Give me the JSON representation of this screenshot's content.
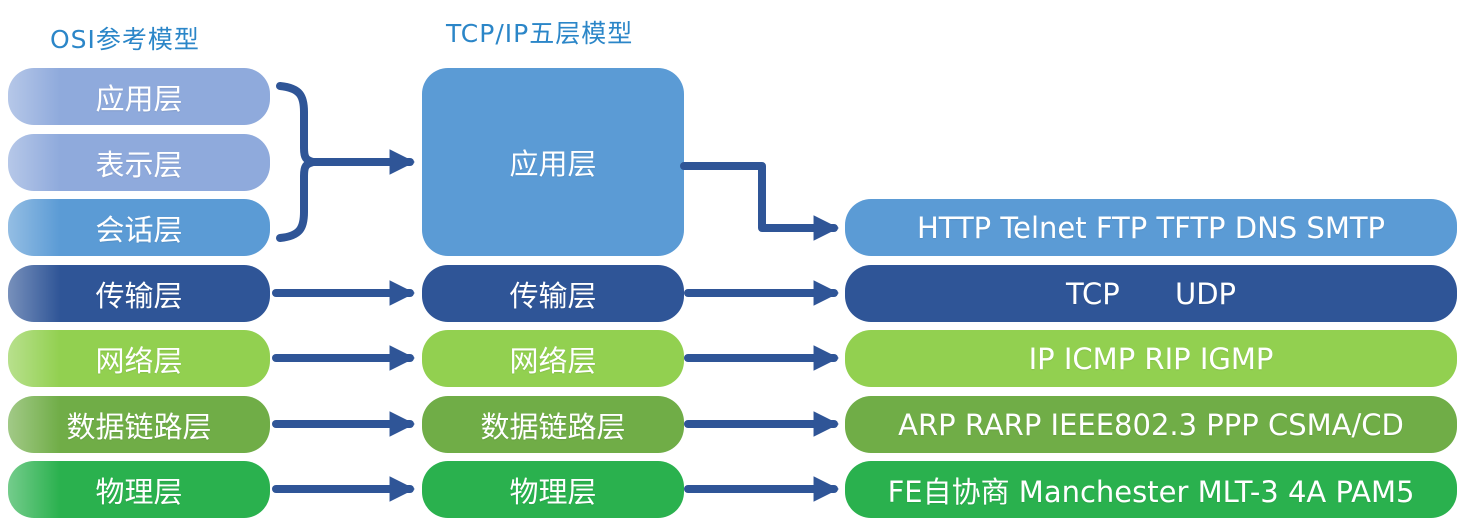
{
  "titles": {
    "osi": "OSI参考模型",
    "tcpip": "TCP/IP五层模型"
  },
  "osi_model": {
    "layers": [
      {
        "label": "应用层"
      },
      {
        "label": "表示层"
      },
      {
        "label": "会话层"
      },
      {
        "label": "传输层"
      },
      {
        "label": "网络层"
      },
      {
        "label": "数据链路层"
      },
      {
        "label": "物理层"
      }
    ]
  },
  "tcpip_model": {
    "layers": [
      {
        "label": "应用层"
      },
      {
        "label": "传输层"
      },
      {
        "label": "网络层"
      },
      {
        "label": "数据链路层"
      },
      {
        "label": "物理层"
      }
    ]
  },
  "protocols": {
    "rows": [
      {
        "label": "HTTP Telnet FTP TFTP DNS SMTP"
      },
      {
        "label": "TCP      UDP"
      },
      {
        "label": "IP ICMP RIP IGMP"
      },
      {
        "label": "ARP RARP IEEE802.3 PPP CSMA/CD"
      },
      {
        "label": "FE自协商 Manchester MLT-3 4A PAM5"
      }
    ]
  },
  "colors": {
    "title_text": "#2b86c8",
    "light_blue": "#8faadc",
    "medium_blue": "#5b9bd5",
    "dark_blue": "#2f5597",
    "light_green": "#92d050",
    "medium_green": "#70ad47",
    "green": "#2ab14e",
    "arrow": "#2f5597",
    "background": "#ffffff"
  }
}
